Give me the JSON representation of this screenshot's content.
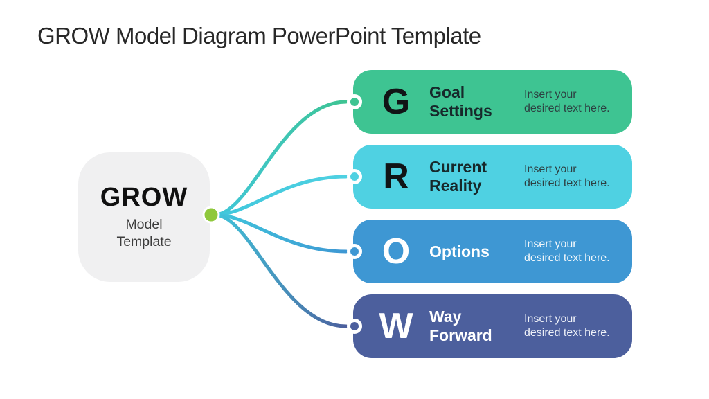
{
  "title": "GROW Model Diagram PowerPoint Template",
  "center": {
    "acronym": "GROW",
    "subtitle": "Model Template",
    "box_bg": "#f0f0f1"
  },
  "colors": {
    "hub_dot": "#8fc83c",
    "curve_start": "#40c7dc",
    "node_ring": "#ffffff"
  },
  "rows": [
    {
      "letter": "G",
      "label": "Goal Settings",
      "description": "Insert your\ndesired text here.",
      "fill": "#3ec492",
      "letter_color": "#111416",
      "title_color": "#17292b",
      "desc_color": "#2d3f41"
    },
    {
      "letter": "R",
      "label": "Current Reality",
      "description": "Insert your\ndesired text here.",
      "fill": "#4fd1e2",
      "letter_color": "#111416",
      "title_color": "#17292b",
      "desc_color": "#2d3f41"
    },
    {
      "letter": "O",
      "label": "Options",
      "description": "Insert your\ndesired text here.",
      "fill": "#3e97d3",
      "letter_color": "#ffffff",
      "title_color": "#ffffff",
      "desc_color": "#f2f7fb"
    },
    {
      "letter": "W",
      "label": "Way Forward",
      "description": "Insert your\ndesired text here.",
      "fill": "#4c5f9d",
      "letter_color": "#ffffff",
      "title_color": "#ffffff",
      "desc_color": "#eef1f8"
    }
  ]
}
